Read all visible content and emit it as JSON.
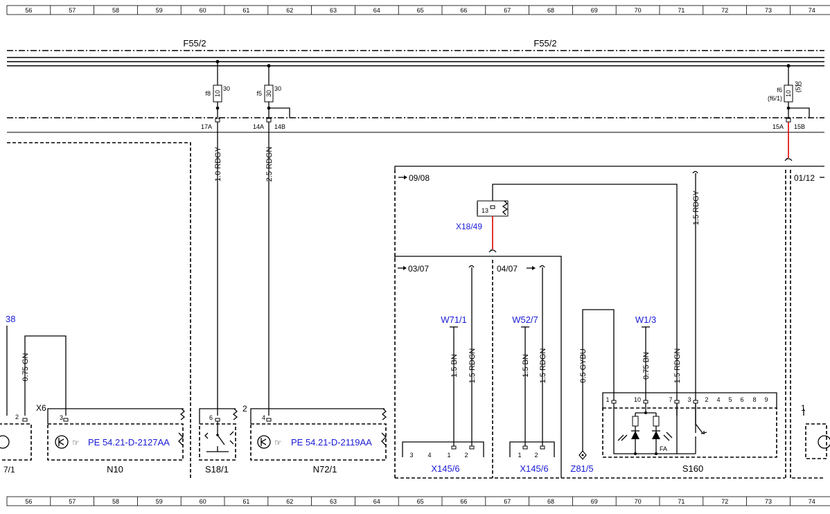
{
  "grid": [
    "56",
    "57",
    "58",
    "59",
    "60",
    "61",
    "62",
    "63",
    "64",
    "65",
    "66",
    "67",
    "68",
    "69",
    "70",
    "71",
    "72",
    "73",
    "74"
  ],
  "supply": {
    "left": "F55/2",
    "right": "F55/2"
  },
  "fuses": {
    "f8": {
      "name": "f8",
      "rating": "10",
      "terminal": "30"
    },
    "f5": {
      "name": "f5",
      "rating": "30",
      "terminal": "30"
    },
    "f6": {
      "name": "f6",
      "alt": "(f6/1)",
      "rating": "10",
      "alt_rating": "(5)",
      "terminal": "30"
    }
  },
  "connectors": {
    "c17a": "17A",
    "c14a": "14A",
    "c14b": "14B",
    "c15a": "15A",
    "c15b": "15B",
    "x6": "X6"
  },
  "wires": {
    "w_rdgy_10": "1.0 RDGY",
    "w_rdgn_25": "2.5 RDGN",
    "w_rdgy_15": "1.5 RDGY",
    "w_gn_075": "0.75 GN",
    "w_partial": "0.75 GN",
    "w_bn_1": "1.5 BN",
    "w_rdgn_1": "1.5 RDGN",
    "w_bn_2": "1.5 BN",
    "w_rdgn_2": "1.5 RDGN",
    "w_gybu": "0.5 GYBU",
    "w_bn_075": "0.75 BN",
    "w_rdgn_3": "1.5 RDGN"
  },
  "refs": {
    "r0908": "09/08",
    "r0112": "01/12",
    "r0307": "03/07",
    "r0407": "04/07"
  },
  "blue": {
    "x1849": "X18/49",
    "w711": "W71/1",
    "w527": "W52/7",
    "w13": "W1/3",
    "left38": "38",
    "x1456a": "X145/6",
    "x1456b": "X145/6",
    "z815": "Z81/5",
    "pe1": "PE 54.21-D-2127AA",
    "pe2": "PE 54.21-D-2119AA"
  },
  "components": {
    "n10": "N10",
    "s181": "S18/1",
    "n721": "N72/1",
    "s160": "S160",
    "left71": "7/1"
  },
  "pins": {
    "p13": "13",
    "p2l": "2",
    "p3": "3",
    "p6": "6",
    "p2s": "2",
    "p4": "4",
    "a3": "3",
    "a4": "4",
    "a1": "1",
    "a2": "2",
    "b1": "1",
    "b2": "2",
    "s1": "1",
    "s10": "10",
    "s7": "7",
    "s3": "3",
    "s2": "2",
    "s4": "4",
    "s5": "5",
    "s6": "6",
    "s8": "8",
    "s9": "9",
    "fa": "FA",
    "r1": "1"
  }
}
